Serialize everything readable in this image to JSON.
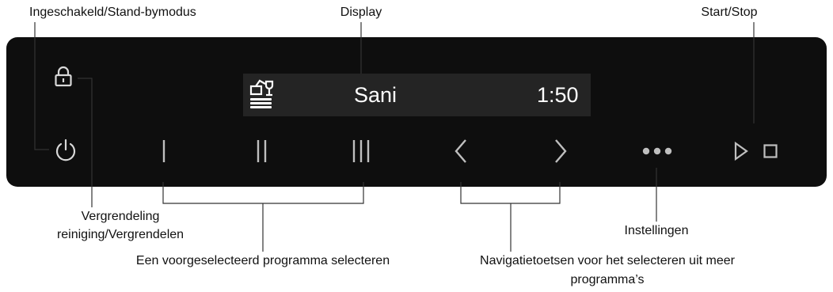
{
  "labels": {
    "power": "Ingeschakeld/Stand-bymodus",
    "display": "Display",
    "start_stop": "Start/Stop",
    "lock_line1": "Vergrendeling",
    "lock_line2": "reiniging/Vergrendelen",
    "preselect": "Een voorgeselecteerd programma selecteren",
    "settings": "Instellingen",
    "nav_line1": "Navigatietoetsen voor het selecteren uit meer",
    "nav_line2": "programma’s"
  },
  "display": {
    "program": "Sani",
    "time": "1:50",
    "icon": "dishes-icon"
  },
  "buttons": {
    "lock": "lock-icon",
    "power": "power-icon",
    "program1": "I",
    "program2": "II",
    "program3": "III",
    "prev": "chevron-left-icon",
    "next": "chevron-right-icon",
    "settings": "more-dots-icon",
    "start": "play-icon",
    "stop": "stop-icon"
  },
  "colors": {
    "panel": "#0e0e0e",
    "display_bg": "#242424",
    "button": "#bfbfbf",
    "line": "#333333"
  }
}
